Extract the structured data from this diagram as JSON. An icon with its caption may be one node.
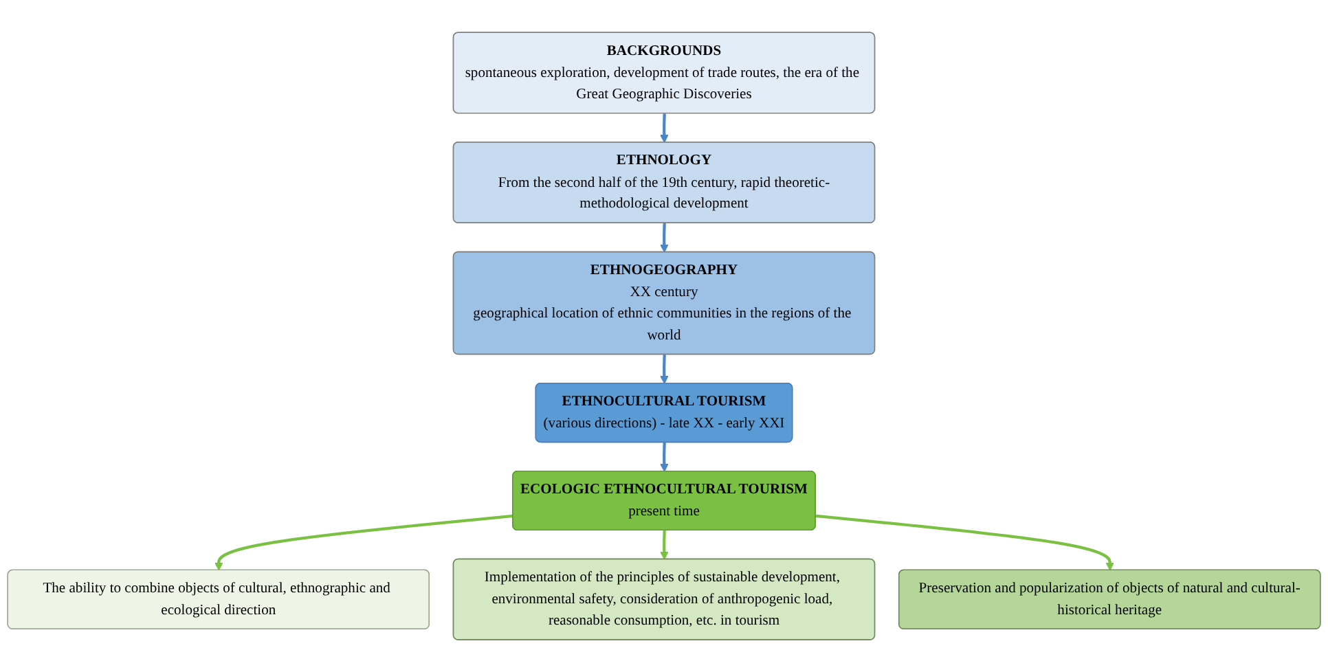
{
  "diagram": {
    "nodes": [
      {
        "text": [
          "BACKGROUNDS",
          "spontaneous exploration, development of trade routes, the era of the Great Geographic Discoveries"
        ]
      },
      {
        "text": [
          "ETHNOLOGY",
          "From the second half of the 19th century, rapid theoretic-methodological development"
        ]
      },
      {
        "text": [
          "ETHNOGEOGRAPHY",
          "XX century",
          "geographical location of ethnic communities in the regions of the world"
        ]
      },
      {
        "text": [
          "ETHNOCULTURAL TOURISM",
          "(various directions) - late XX - early XXI"
        ]
      },
      {
        "text": [
          "ECOLOGIC ETHNOCULTURAL TOURISM",
          "present time"
        ]
      },
      {
        "text": [
          "The ability to combine objects of cultural, ethnographic and ecological direction"
        ]
      },
      {
        "text": [
          "Implementation of the principles of sustainable development, environmental safety, consideration of anthropogenic load, reasonable consumption, etc. in tourism"
        ]
      },
      {
        "text": [
          "Preservation and popularization of objects of natural and cultural-historical heritage"
        ]
      }
    ],
    "edges": [
      {
        "from": 0,
        "to": 1,
        "arrow": "to"
      },
      {
        "from": 1,
        "to": 2,
        "arrow": "to"
      },
      {
        "from": 2,
        "to": 3,
        "arrow": "to"
      },
      {
        "from": 3,
        "to": 4,
        "arrow": "to"
      },
      {
        "from": 4,
        "to": 5,
        "arrow": "to",
        "color": "#7ac143"
      },
      {
        "from": 4,
        "to": 6,
        "arrow": "to",
        "color": "#7ac143"
      },
      {
        "from": 4,
        "to": 7,
        "arrow": "to",
        "color": "#7ac143"
      }
    ]
  }
}
